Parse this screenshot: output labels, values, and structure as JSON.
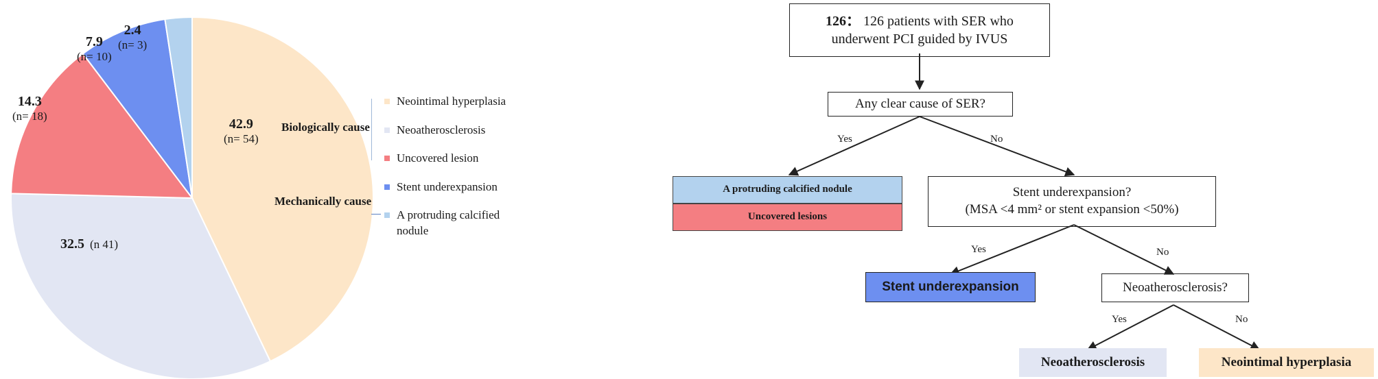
{
  "chart_data": {
    "type": "pie",
    "start_angle_deg": 0,
    "direction": "clockwise",
    "slices": [
      {
        "label": "Neointimal hyperplasia",
        "pct": 42.9,
        "pct_text": "42.9",
        "n_text": "(n= 54)",
        "color": "#fde6c8"
      },
      {
        "label": "Neoatherosclerosis",
        "pct": 32.5,
        "pct_text": "32.5",
        "n_text": "(n   41)",
        "color": "#e2e6f3"
      },
      {
        "label": "Uncovered lesion",
        "pct": 14.3,
        "pct_text": "14.3",
        "n_text": "(n= 18)",
        "color": "#f47e82"
      },
      {
        "label": "Stent underexpansion",
        "pct": 7.9,
        "pct_text": "7.9",
        "n_text": "(n= 10)",
        "color": "#6d8ff0"
      },
      {
        "label": "A protruding calcified nodule",
        "pct": 2.4,
        "pct_text": "2.4",
        "n_text": "(n= 3)",
        "color": "#b3d2ee"
      }
    ],
    "legend": {
      "groups": [
        "Biologically cause",
        "Mechanically cause"
      ],
      "items": [
        "Neointimal hyperplasia",
        "Neoatherosclerosis",
        "Uncovered lesion",
        "Stent underexpansion",
        "A protruding calcified\nnodule"
      ]
    }
  },
  "flowchart": {
    "root_bold": "126：",
    "root_text": " 126 patients with SER who underwent PCI guided by IVUS",
    "q1": "Any clear cause of SER?",
    "yes": "Yes",
    "no": "No",
    "calcified": "A protruding calcified nodule",
    "uncovered": "Uncovered lesions",
    "q2_line1": "Stent underexpansion?",
    "q2_line2": "(MSA <4 mm² or stent expansion <50%)",
    "underexp": "Stent underexpansion",
    "q3": "Neoatherosclerosis?",
    "neoath": "Neoatherosclerosis",
    "neoint": "Neointimal hyperplasia",
    "colors": {
      "calcified": "#b3d2ee",
      "uncovered": "#f47e82",
      "underexp": "#6d8ff0",
      "neoath": "#e2e6f3",
      "neoint": "#fde6c8"
    }
  }
}
